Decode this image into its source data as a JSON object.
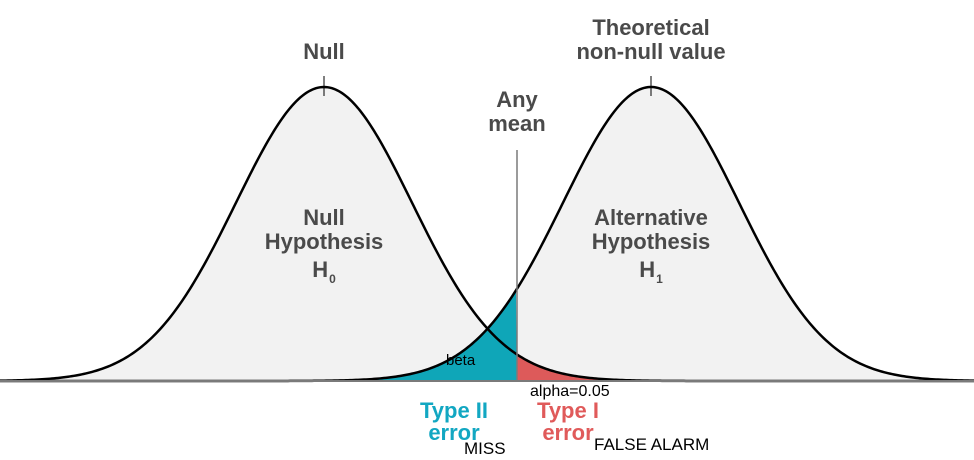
{
  "labels": {
    "null_top": "Null",
    "theoretical": "Theoretical",
    "non_null_value": "non-null value",
    "any": "Any",
    "mean": "mean",
    "null_hyp_line1": "Null",
    "null_hyp_line2": "Hypothesis",
    "h0_letter": "H",
    "h0_sub": "0",
    "alt_hyp_line1": "Alternative",
    "alt_hyp_line2": "Hypothesis",
    "h1_letter": "H",
    "h1_sub": "1",
    "beta": "beta",
    "alpha": "alpha=0.05",
    "type2_line1": "Type II",
    "type2_line2": "error",
    "miss": "MISS",
    "type1_line1": "Type I",
    "type1_line2": "error",
    "false_alarm": "FALSE ALARM"
  },
  "colors": {
    "curve_fill": "#f2f2f2",
    "curve_stroke": "#000000",
    "beta_fill": "#0fa6b8",
    "alpha_fill": "#dd5a5a",
    "type2_text": "#12a7c2",
    "type1_text": "#e05a5a",
    "mean_line": "#7a7a7a",
    "title_text": "#4a4a4a"
  }
}
